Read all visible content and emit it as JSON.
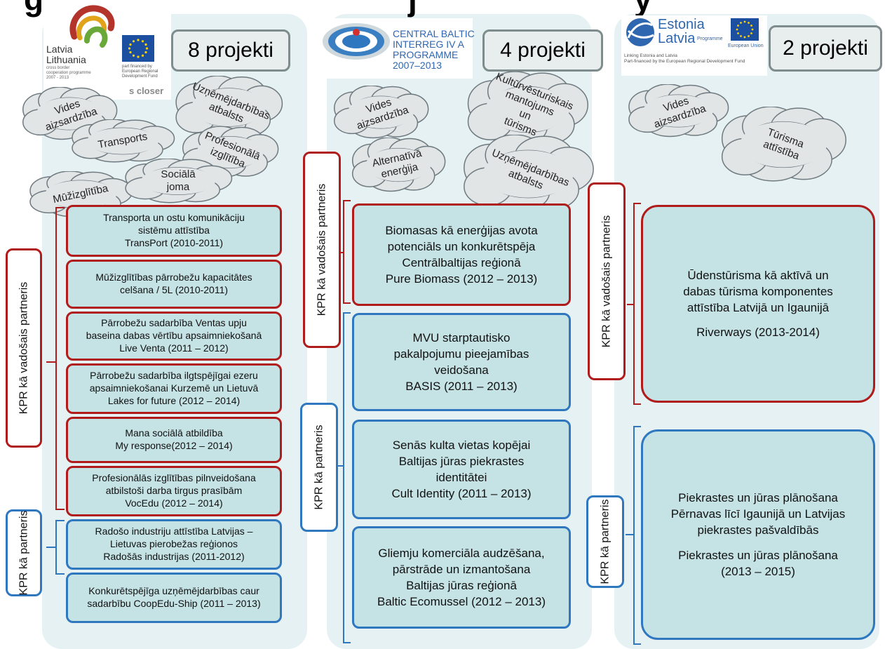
{
  "title": {
    "left_fragment": "g",
    "mid_fragment": "j",
    "right_fragment": "y"
  },
  "columns": [
    {
      "count": "8 projekti",
      "logo": {
        "name_lines": [
          "Latvia",
          "Lithuania"
        ],
        "small_lines": [
          "cross border",
          "cooperation programme",
          "2007 - 2013"
        ],
        "eu_lines": [
          "part financed by",
          "European Regional",
          "Development Fund"
        ],
        "tagline": "s closer"
      },
      "clouds": [
        "Vides aizsardzība",
        "Uzņēmējdarbības atbalsts",
        "Transports",
        "Profesionālā izglītība",
        "Mūžizglītība",
        "Sociālā joma"
      ],
      "groups": [
        {
          "label": "KPR kā vadošais partneris",
          "projects": [
            [
              "Transporta un ostu komunikāciju",
              "sistēmu attīstība",
              "TransPort (2010-2011)"
            ],
            [
              "Mūžizglītības pārrobežu kapacitātes",
              "celšana  / 5L (2010-2011)"
            ],
            [
              "Pārrobežu sadarbība Ventas upju",
              "baseina dabas vērtību apsaimniekošanā",
              "Live Venta (2011 – 2012)"
            ],
            [
              "Pārrobežu sadarbība ilgtspējīgai ezeru",
              "apsaimniekošanai Kurzemē un Lietuvā",
              "Lakes for future (2012 – 2014)"
            ],
            [
              "Mana sociālā atbildība",
              "My response(2012 – 2014)"
            ],
            [
              "Profesionālās izglītības pilnveidošana",
              "atbilstoši darba tirgus prasībām",
              "VocEdu (2012 – 2014)"
            ]
          ]
        },
        {
          "label": "KPR kā partneris",
          "projects": [
            [
              "Radošo industriju attīstība Latvijas –",
              "Lietuvas pierobežas reģionos",
              "Radošās industrijas (2011-2012)"
            ],
            [
              "Konkurētspējīga uzņēmējdarbības caur",
              "sadarbību  CoopEdu-Ship (2011 – 2013)"
            ]
          ]
        }
      ]
    },
    {
      "count": "4 projekti",
      "logo": {
        "name_lines": [
          "CENTRAL BALTIC",
          "INTERREG IV A",
          "PROGRAMME",
          "2007–2013"
        ]
      },
      "clouds": [
        "Vides aizsardzība",
        "Kultūrvēsturiskais mantojums un tūrisms",
        "Alternatīvā enerģija",
        "Uzņēmējdarbības atbalsts"
      ],
      "groups": [
        {
          "label": "KPR kā vadošais partneris",
          "projects": [
            [
              "Biomasas kā enerģijas avota",
              "potenciāls un konkurētspēja",
              "Centrālbaltijas reģionā",
              "Pure Biomass (2012 – 2013)"
            ]
          ]
        },
        {
          "label": "KPR kā partneris",
          "projects": [
            [
              "MVU starptautisko",
              "pakalpojumu pieejamības",
              "veidošana",
              "BASIS (2011 – 2013)"
            ],
            [
              "Senās kulta vietas kopējai",
              "Baltijas jūras piekrastes",
              "identitātei",
              "Cult Identity (2011 – 2013)"
            ],
            [
              "Gliemju komerciāla audzēšana,",
              "pārstrāde un izmantošana",
              "Baltijas jūras reģionā",
              "Baltic Ecomussel (2012 – 2013)"
            ]
          ]
        }
      ]
    },
    {
      "count": "2 projekti",
      "logo": {
        "name_lines": [
          "Estonia",
          "Latvia"
        ],
        "programme": "Programme",
        "eu": "European Union",
        "small_lines": [
          "Linking Estonia and Latvia",
          "Part-financed by the European Regional Development Fund"
        ]
      },
      "clouds": [
        "Vides aizsardzība",
        "Tūrisma attīstība"
      ],
      "groups": [
        {
          "label": "KPR kā vadošais partneris",
          "projects": [
            [
              "Ūdenstūrisma kā aktīvā un",
              "dabas tūrisma komponentes",
              "attīstība Latvijā un Igaunijā",
              "",
              "Riverways (2013-2014)"
            ]
          ]
        },
        {
          "label": "KPR kā partneris",
          "projects": [
            [
              "Piekrastes un jūras plānošana",
              "Pērnavas līcī Igaunijā un Latvijas",
              "piekrastes pašvaldībās",
              "",
              "Piekrastes un jūras plānošana",
              "(2013 – 2015)"
            ]
          ]
        }
      ]
    }
  ],
  "colors": {
    "panel": "#e5f1f3",
    "box_fill": "#c5e2e5",
    "lead_red": "#b01c1c",
    "partner_blue": "#2f78c0",
    "cloud_fill": "#e2e5e6",
    "eu_blue": "#1d4fa0",
    "eu_star": "#ffd200"
  }
}
